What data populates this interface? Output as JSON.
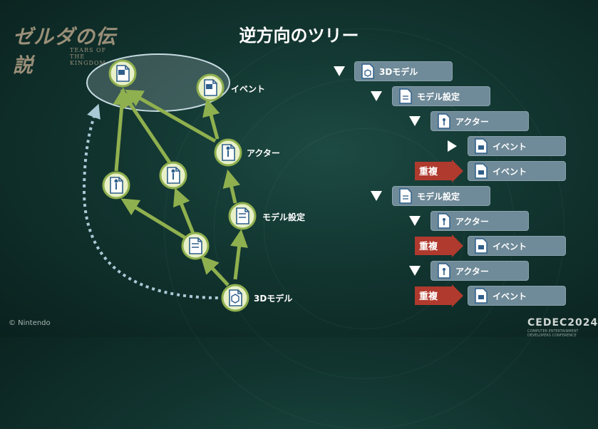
{
  "slide": {
    "title": "逆方向のツリー",
    "copyright": "© Nintendo",
    "cedec": "CEDEC2024",
    "cedec_sub": "COMPUTER ENTERTAINMENT DEVELOPERS CONFERENCE",
    "logo_title": "ゼルダの伝説",
    "logo_sub": "TEARS OF THE KINGDOM"
  },
  "diagram": {
    "nodes": {
      "model": {
        "label": "3Dモデル",
        "icon": "cube-file-icon"
      },
      "settings": {
        "label": "モデル設定",
        "icon": "settings-file-icon"
      },
      "actor": {
        "label": "アクター",
        "icon": "actor-file-icon"
      },
      "event": {
        "label": "イベント",
        "icon": "event-file-icon"
      }
    }
  },
  "tree": {
    "rows": [
      {
        "label": "3Dモデル",
        "icon": "cube-file-icon",
        "expanded": true
      },
      {
        "label": "モデル設定",
        "icon": "settings-file-icon",
        "expanded": true
      },
      {
        "label": "アクター",
        "icon": "actor-file-icon",
        "expanded": true
      },
      {
        "label": "イベント",
        "icon": "event-file-icon",
        "expanded": false
      },
      {
        "label": "イベント",
        "icon": "event-file-icon",
        "duplicate": true
      },
      {
        "label": "モデル設定",
        "icon": "settings-file-icon",
        "expanded": true
      },
      {
        "label": "アクター",
        "icon": "actor-file-icon",
        "expanded": true
      },
      {
        "label": "イベント",
        "icon": "event-file-icon",
        "duplicate": true
      },
      {
        "label": "アクター",
        "icon": "actor-file-icon",
        "expanded": true
      },
      {
        "label": "イベント",
        "icon": "event-file-icon",
        "duplicate": true
      }
    ],
    "duplicate_label": "重複"
  },
  "colors": {
    "arrow_green": "#8fb04e",
    "node_fill": "#e8f0c8",
    "node_stroke": "#8fb04e",
    "dotted_arrow": "#a9c9d6",
    "tree_row": "#6f8a98",
    "dup_red": "#b03a2e"
  }
}
